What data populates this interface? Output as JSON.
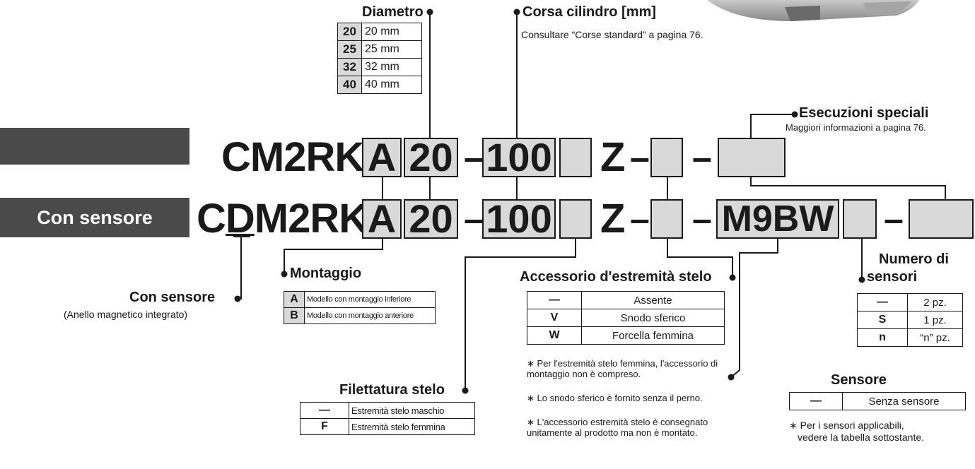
{
  "top_bar": {
    "code": "CM2RK"
  },
  "bottom_bar": {
    "label": "Con sensore",
    "code": "CDM2RK"
  },
  "code_boxes": {
    "mount": "A",
    "bore": "20",
    "stroke": "100",
    "z_letter": "Z",
    "sensor_model": "M9BW"
  },
  "diametro": {
    "title": "Diametro",
    "rows": [
      {
        "code": "20",
        "value": "20 mm"
      },
      {
        "code": "25",
        "value": "25 mm"
      },
      {
        "code": "32",
        "value": "32 mm"
      },
      {
        "code": "40",
        "value": "40 mm"
      }
    ]
  },
  "corsa": {
    "title": "Corsa cilindro [mm]",
    "note": "Consultare “Corse standard” a pagina 76."
  },
  "esecuzioni": {
    "title": "Esecuzioni speciali",
    "note": "Maggiori informazioni a pagina 76."
  },
  "con_sensore": {
    "title": "Con sensore",
    "note": "(Anello magnetico integrato)"
  },
  "montaggio": {
    "title": "Montaggio",
    "rows": [
      {
        "code": "A",
        "value": "Modello con montaggio inferiore"
      },
      {
        "code": "B",
        "value": "Modello con montaggio anteriore"
      }
    ]
  },
  "filettatura": {
    "title": "Filettatura stelo",
    "rows": [
      {
        "code": "—",
        "value": "Estremità stelo maschio"
      },
      {
        "code": "F",
        "value": "Estremità stelo femmina"
      }
    ]
  },
  "accessorio": {
    "title": "Accessorio d'estremità stelo",
    "rows": [
      {
        "code": "—",
        "value": "Assente"
      },
      {
        "code": "V",
        "value": "Snodo sferico"
      },
      {
        "code": "W",
        "value": "Forcella femmina"
      }
    ],
    "notes": [
      "∗ Per l'estremità stelo femmina, l'accessorio di montaggio non è compreso.",
      "∗ Lo snodo sferico è fornito senza il perno.",
      "∗ L'accessorio estremità stelo è consegnato unitamente al prodotto ma non è montato."
    ]
  },
  "numero": {
    "title_line1": "Numero di",
    "title_line2": "sensori",
    "rows": [
      {
        "code": "—",
        "value": "2 pz."
      },
      {
        "code": "S",
        "value": "1 pz."
      },
      {
        "code": "n",
        "value": "“n” pz."
      }
    ]
  },
  "sensore": {
    "title": "Sensore",
    "rows": [
      {
        "code": "—",
        "value": "Senza sensore"
      }
    ],
    "note_line1": "∗ Per i sensori applicabili,",
    "note_line2": "vedere la tabella sottostante."
  },
  "colors": {
    "bar": "#4a4a4a",
    "box": "#d9d9d9",
    "ink": "#1a1a1a"
  }
}
